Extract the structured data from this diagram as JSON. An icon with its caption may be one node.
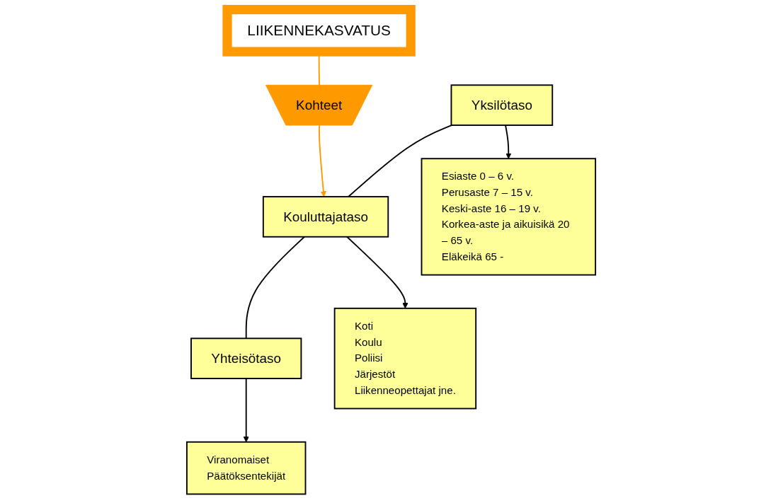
{
  "diagram": {
    "nodes": [
      {
        "text": [
          "LIIKENNEKASVATUS"
        ]
      },
      {
        "text": [
          "Kohteet"
        ]
      },
      {
        "text": [
          "Yksilötaso"
        ]
      },
      {
        "text": [
          "Kouluttajataso"
        ]
      },
      {
        "text": [
          "Yhteisötaso"
        ]
      },
      {
        "text": [
          "Esiaste 0 – 6 v.",
          "Perusaste 7 – 15 v.",
          "Keski-aste 16 – 19 v.",
          "Korkea-aste ja aikuisikä 20 – 65 v.",
          "Eläkeikä 65 -"
        ]
      },
      {
        "text": [
          "Koti",
          "Koulu",
          "Poliisi",
          "Järjestöt",
          "Liikenneopettajat jne."
        ]
      },
      {
        "text": [
          "Viranomaiset",
          "Päätöksentekijät"
        ]
      }
    ],
    "edges": [
      {
        "from": 0,
        "to": 1,
        "arrow": "none",
        "color": "#ff9900"
      },
      {
        "from": 1,
        "to": 3,
        "arrow": "to",
        "color": "#ff9900"
      },
      {
        "from": 2,
        "to": 3,
        "arrow": "none"
      },
      {
        "from": 3,
        "to": 4,
        "arrow": "none"
      },
      {
        "from": 2,
        "to": 5,
        "arrow": "to"
      },
      {
        "from": 3,
        "to": 6,
        "arrow": "to"
      },
      {
        "from": 4,
        "to": 7,
        "arrow": "to"
      }
    ]
  }
}
